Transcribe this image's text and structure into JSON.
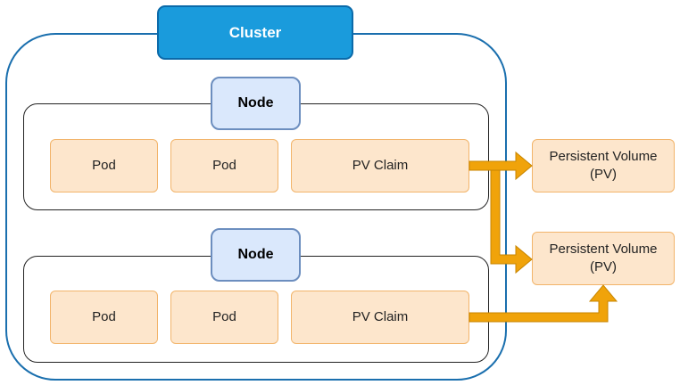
{
  "colors": {
    "cluster_fill": "#1a9bdc",
    "cluster_border": "#1a6fae",
    "node_fill": "#dae8fc",
    "node_border": "#6c8ebf",
    "box_fill": "#fde6cc",
    "box_border": "#f2b46a",
    "arrow": "#f0a30a"
  },
  "cluster": {
    "title": "Cluster"
  },
  "nodes": [
    {
      "title": "Node",
      "pods": [
        "Pod",
        "Pod"
      ],
      "claim": "PV Claim"
    },
    {
      "title": "Node",
      "pods": [
        "Pod",
        "Pod"
      ],
      "claim": "PV Claim"
    }
  ],
  "volumes": [
    {
      "label": "Persistent Volume (PV)"
    },
    {
      "label": "Persistent Volume (PV)"
    }
  ]
}
